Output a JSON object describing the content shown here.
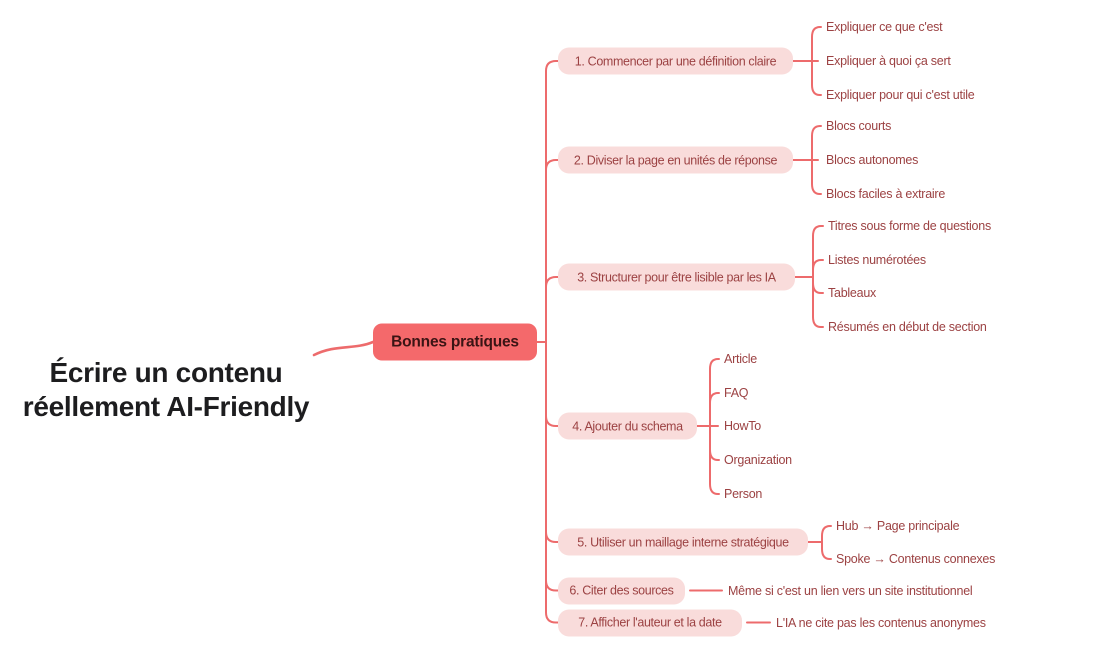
{
  "root": {
    "title": "Écrire un contenu réellement AI-Friendly"
  },
  "central": {
    "label": "Bonnes pratiques"
  },
  "branches": [
    {
      "label": "1. Commencer par une définition claire",
      "children": [
        "Expliquer ce que c'est",
        "Expliquer à quoi ça sert",
        "Expliquer pour qui c'est utile"
      ]
    },
    {
      "label": "2. Diviser la page en unités de réponse",
      "children": [
        "Blocs courts",
        "Blocs autonomes",
        "Blocs faciles à extraire"
      ]
    },
    {
      "label": "3. Structurer pour être lisible par les IA",
      "children": [
        "Titres sous forme de questions",
        "Listes numérotées",
        "Tableaux",
        "Résumés en début de section"
      ]
    },
    {
      "label": "4. Ajouter du schema",
      "children": [
        "Article",
        "FAQ",
        "HowTo",
        "Organization",
        "Person"
      ]
    },
    {
      "label": "5. Utiliser un maillage interne stratégique",
      "children": [
        "Hub → Page principale",
        "Spoke → Contenus connexes"
      ]
    },
    {
      "label": "6. Citer des sources",
      "children": [
        "Même si c'est un lien vers un site institutionnel"
      ]
    },
    {
      "label": "7. Afficher l'auteur et la date",
      "children": [
        "L'IA ne cite pas les contenus anonymes"
      ]
    }
  ],
  "colors": {
    "central_fill": "#f4696b",
    "central_text": "#3a1414",
    "branch_fill": "#f9dcdb",
    "branch_text": "#9c4243",
    "leaf_text": "#9c4243",
    "line": "#ed6b6c",
    "root_text": "#1d1d1f",
    "background": "#ffffff"
  }
}
